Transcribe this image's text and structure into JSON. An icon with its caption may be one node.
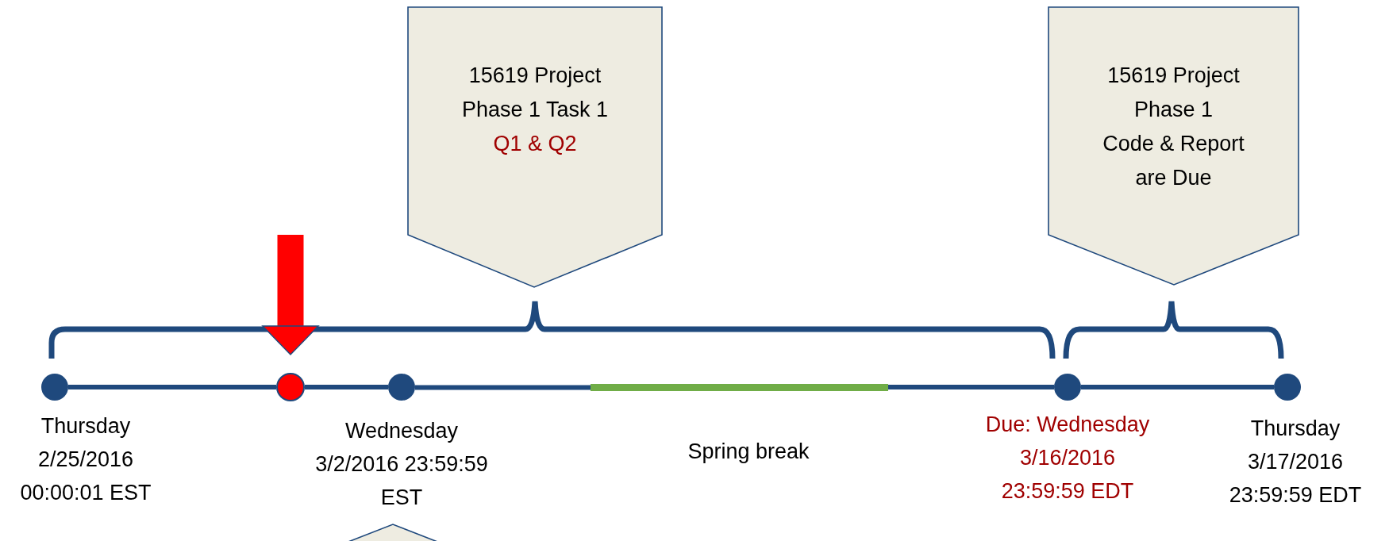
{
  "diagram": {
    "nodes": [
      {
        "text": [
          "15619 Project Phase 1 Task 1",
          "Q1 & Q2"
        ]
      },
      {
        "text": [
          "15619 Project Phase 1",
          "Code & Report are Due"
        ]
      },
      {
        "text": [],
        "shape": "circle",
        "beside": [
          "Thursday 2/25/2016 00:00:01 EST"
        ]
      },
      {
        "text": [],
        "shape": "circle"
      },
      {
        "text": [],
        "shape": "circle",
        "beside": [
          "Wednesday 3/2/2016 23:59:59 EST"
        ]
      },
      {
        "text": [],
        "shape": "bar",
        "beside": [
          "Spring break"
        ]
      },
      {
        "text": [],
        "shape": "circle",
        "beside": [
          "Due: Wednesday 3/16/2016 23:59:59 EDT"
        ]
      },
      {
        "text": [],
        "shape": "circle",
        "beside": [
          "Thursday 3/17/2016 23:59:59 EDT"
        ]
      },
      {
        "text": [],
        "shape": "box"
      }
    ],
    "edges": [
      {
        "from": 2,
        "to": 3,
        "arrow": "none"
      },
      {
        "from": 3,
        "to": 4,
        "arrow": "none"
      },
      {
        "from": 4,
        "to": 5,
        "arrow": "none"
      },
      {
        "from": 5,
        "to": 6,
        "arrow": "none"
      },
      {
        "from": 6,
        "to": 7,
        "arrow": "none"
      },
      {
        "from": null,
        "to": 3,
        "arrow": "to",
        "style": "thick",
        "color": "#ff0000"
      }
    ]
  }
}
